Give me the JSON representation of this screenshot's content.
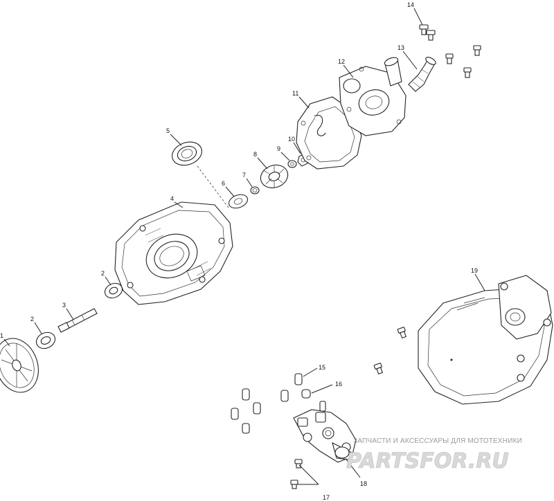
{
  "callouts": [
    {
      "id": "1",
      "label": "1"
    },
    {
      "id": "2a",
      "label": "2"
    },
    {
      "id": "2b",
      "label": "2"
    },
    {
      "id": "3",
      "label": "3"
    },
    {
      "id": "4",
      "label": "4"
    },
    {
      "id": "5",
      "label": "5"
    },
    {
      "id": "6",
      "label": "6"
    },
    {
      "id": "7",
      "label": "7"
    },
    {
      "id": "8",
      "label": "8"
    },
    {
      "id": "9",
      "label": "9"
    },
    {
      "id": "10",
      "label": "10"
    },
    {
      "id": "11",
      "label": "11"
    },
    {
      "id": "12",
      "label": "12"
    },
    {
      "id": "13",
      "label": "13"
    },
    {
      "id": "14",
      "label": "14"
    },
    {
      "id": "15",
      "label": "15"
    },
    {
      "id": "16",
      "label": "16"
    },
    {
      "id": "17",
      "label": "17"
    },
    {
      "id": "18",
      "label": "18"
    },
    {
      "id": "19",
      "label": "19"
    }
  ],
  "watermark": {
    "tagline": "ЗАПЧАСТИ И АКСЕССУАРЫ ДЛЯ МОТОТЕХНИКИ",
    "brand": "PARTSFOR.RU"
  }
}
